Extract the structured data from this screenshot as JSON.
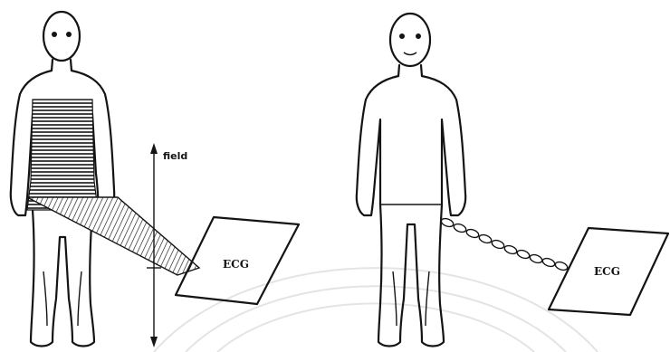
{
  "figure": {
    "left_panel": {
      "field_label": "field",
      "device_label": "ECG"
    },
    "right_panel": {
      "device_label": "ECG"
    }
  }
}
